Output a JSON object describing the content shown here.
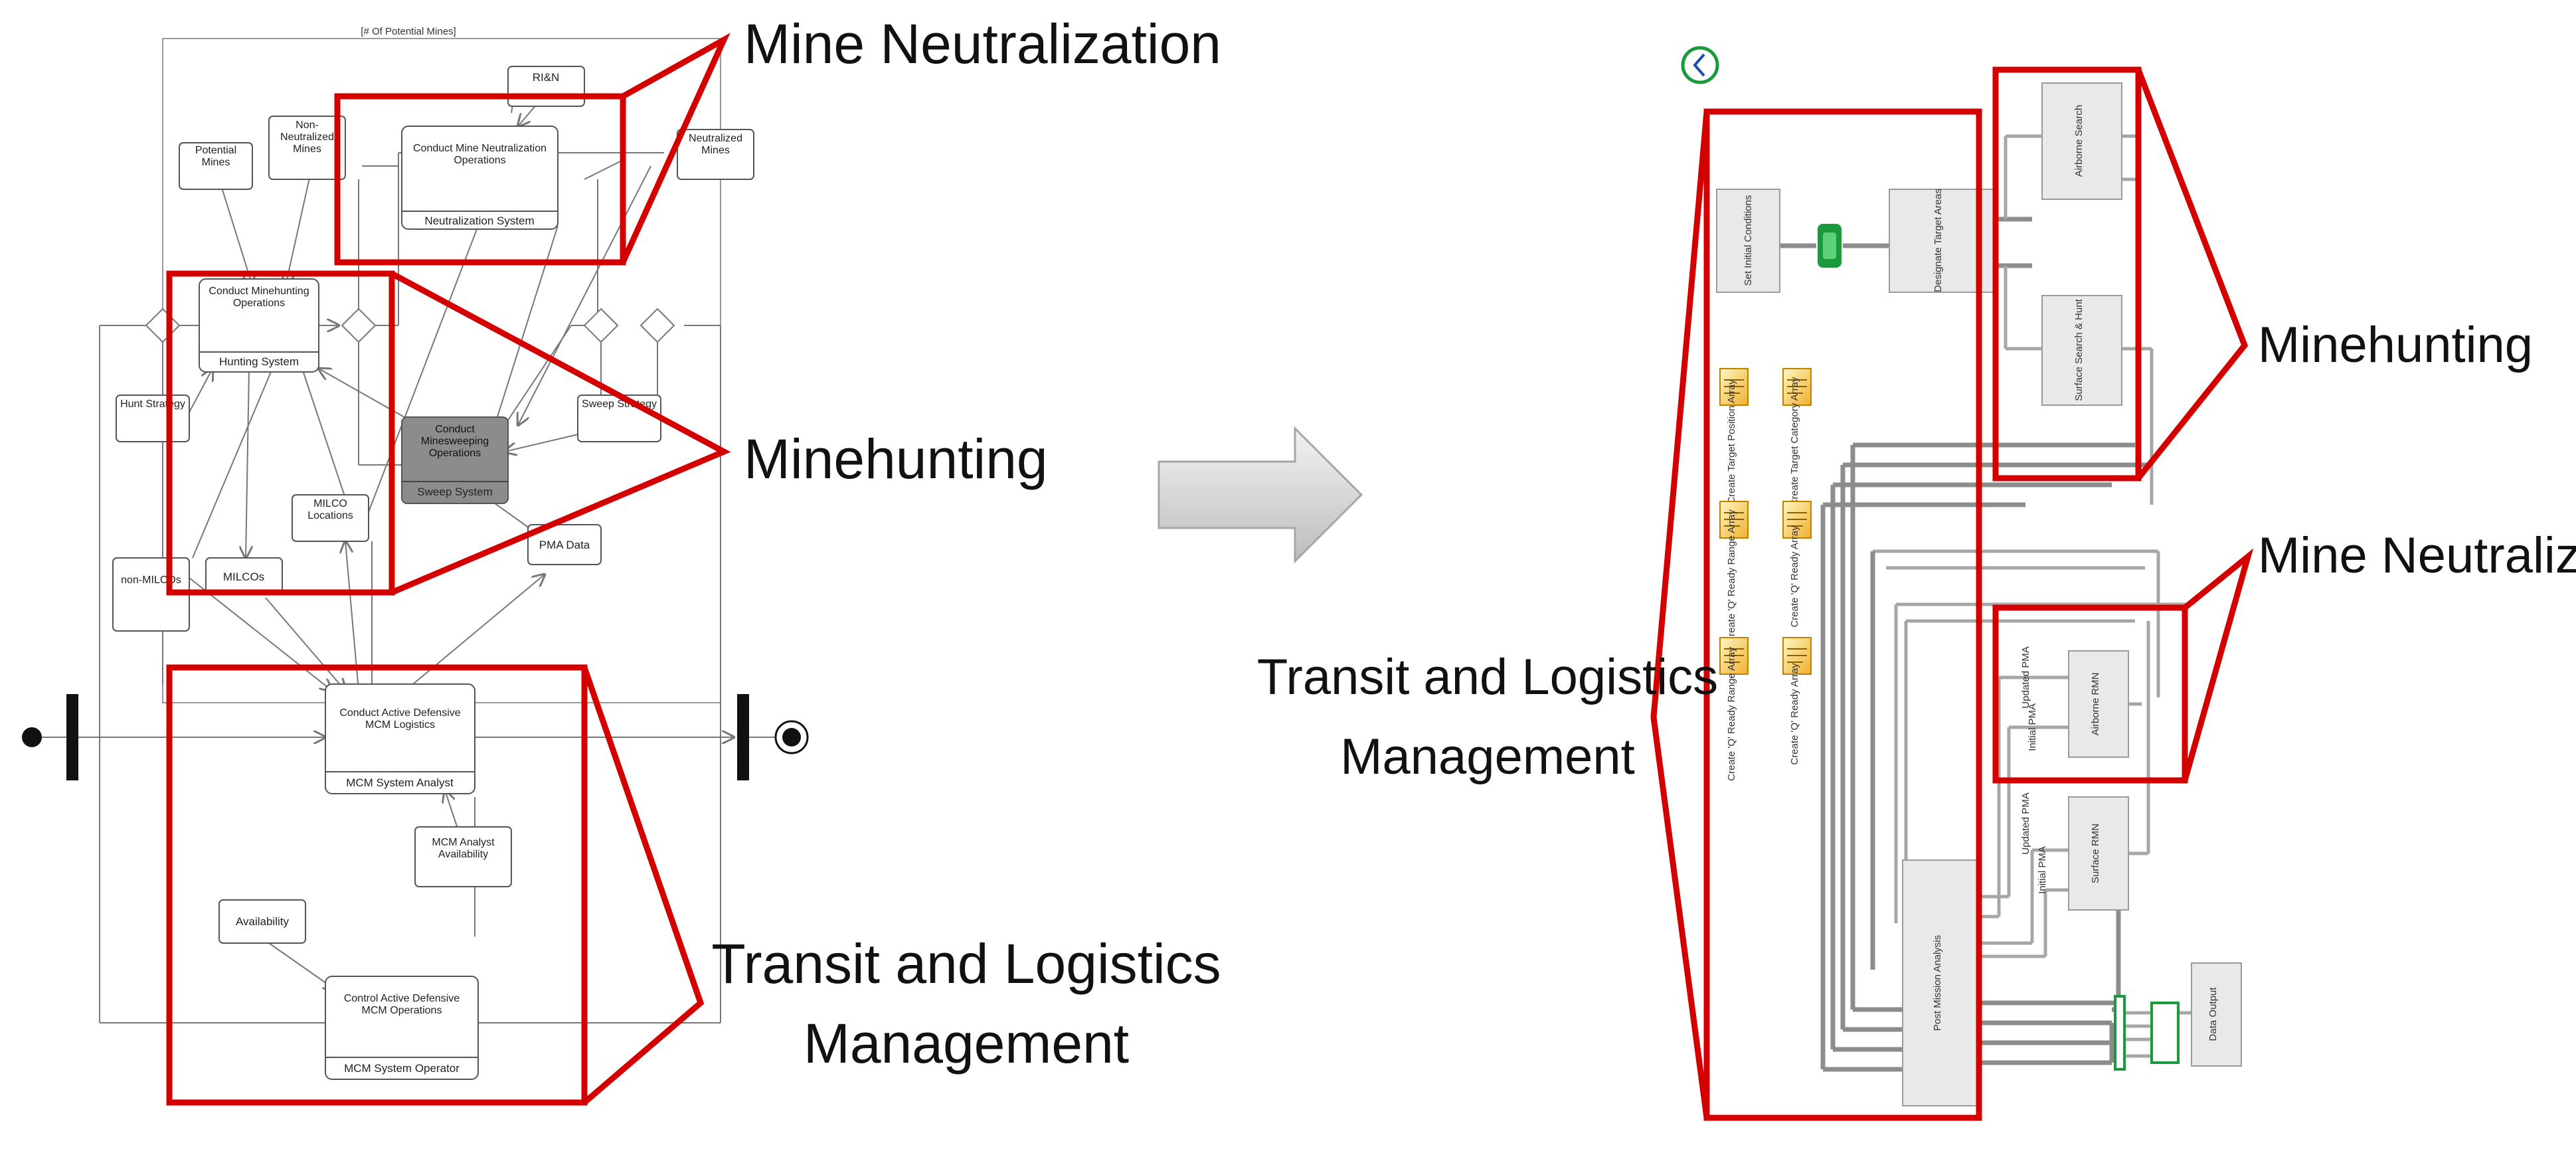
{
  "left_diagram": {
    "frame_label": "[# Of Potential Mines]",
    "nodes": {
      "rsn": "RI&N",
      "potential_mines": "Potential Mines",
      "non_neutralized_mines": "Non-Neutralized Mines",
      "conduct_mine_neutralization": "Conduct Mine Neutralization Operations",
      "neutralization_system": "Neutralization System",
      "neutralized_mines": "Neutralized Mines",
      "conduct_minehunting": "Conduct Minehunting Operations",
      "hunting_system": "Hunting System",
      "hunt_strategy": "Hunt Strategy",
      "sweep_strategy": "Sweep Strategy",
      "conduct_minesweeping": "Conduct Minesweeping Operations",
      "sweep_system": "Sweep System",
      "milco_locations": "MILCO Locations",
      "pma_data": "PMA Data",
      "non_milcos": "non-MILCOs",
      "milcos": "MILCOs",
      "conduct_active_defensive_logistics": "Conduct Active Defensive MCM Logistics",
      "mcm_system_analyst": "MCM System Analyst",
      "mcm_analyst_availability": "MCM Analyst Availability",
      "availability": "Availability",
      "control_active_defensive": "Control Active Defensive MCM Operations",
      "mcm_system_operator": "MCM System Operator"
    },
    "callouts": {
      "mine_neutralization": "Mine Neutralization",
      "minehunting": "Minehunting",
      "transit_logistics_line1": "Transit and Logistics",
      "transit_logistics_line2": "Management"
    }
  },
  "right_diagram": {
    "blocks": {
      "set_initial_conditions": "Set Initial Conditions",
      "designate_target_areas": "Designate Target Areas",
      "airborne_search": "Airborne Search",
      "surface_search_hunt": "Surface Search & Hunt",
      "airborne_rmn": "Airborne RMN",
      "surface_rmn": "Surface RMN",
      "post_mission_analysis": "Post Mission Analysis",
      "data_output": "Data Output"
    },
    "array_icons": [
      "Create Target Position Array",
      "Create Target Category Array",
      "Create 'Q' Ready Range Array",
      "Create 'Q' Ready Array",
      "Create 'Q' Ready Range Array",
      "Create 'Q' Ready Array"
    ],
    "port_labels": {
      "updated_pma_1": "Updated PMA",
      "initial_pma_1": "Initial PMA",
      "updated_pma_2": "Updated PMA",
      "initial_pma_2": "Initial PMA"
    },
    "callouts": {
      "minehunting": "Minehunting",
      "mine_neutralization": "Mine Neutralization",
      "transit_logistics_line1": "Transit and Logistics",
      "transit_logistics_line2": "Management"
    }
  },
  "colors": {
    "highlight": "#d40000",
    "sweep_node": "#8c8c8c",
    "arrow_fill": "#d9d9d9",
    "launch_icon": "#1a9a3a"
  }
}
